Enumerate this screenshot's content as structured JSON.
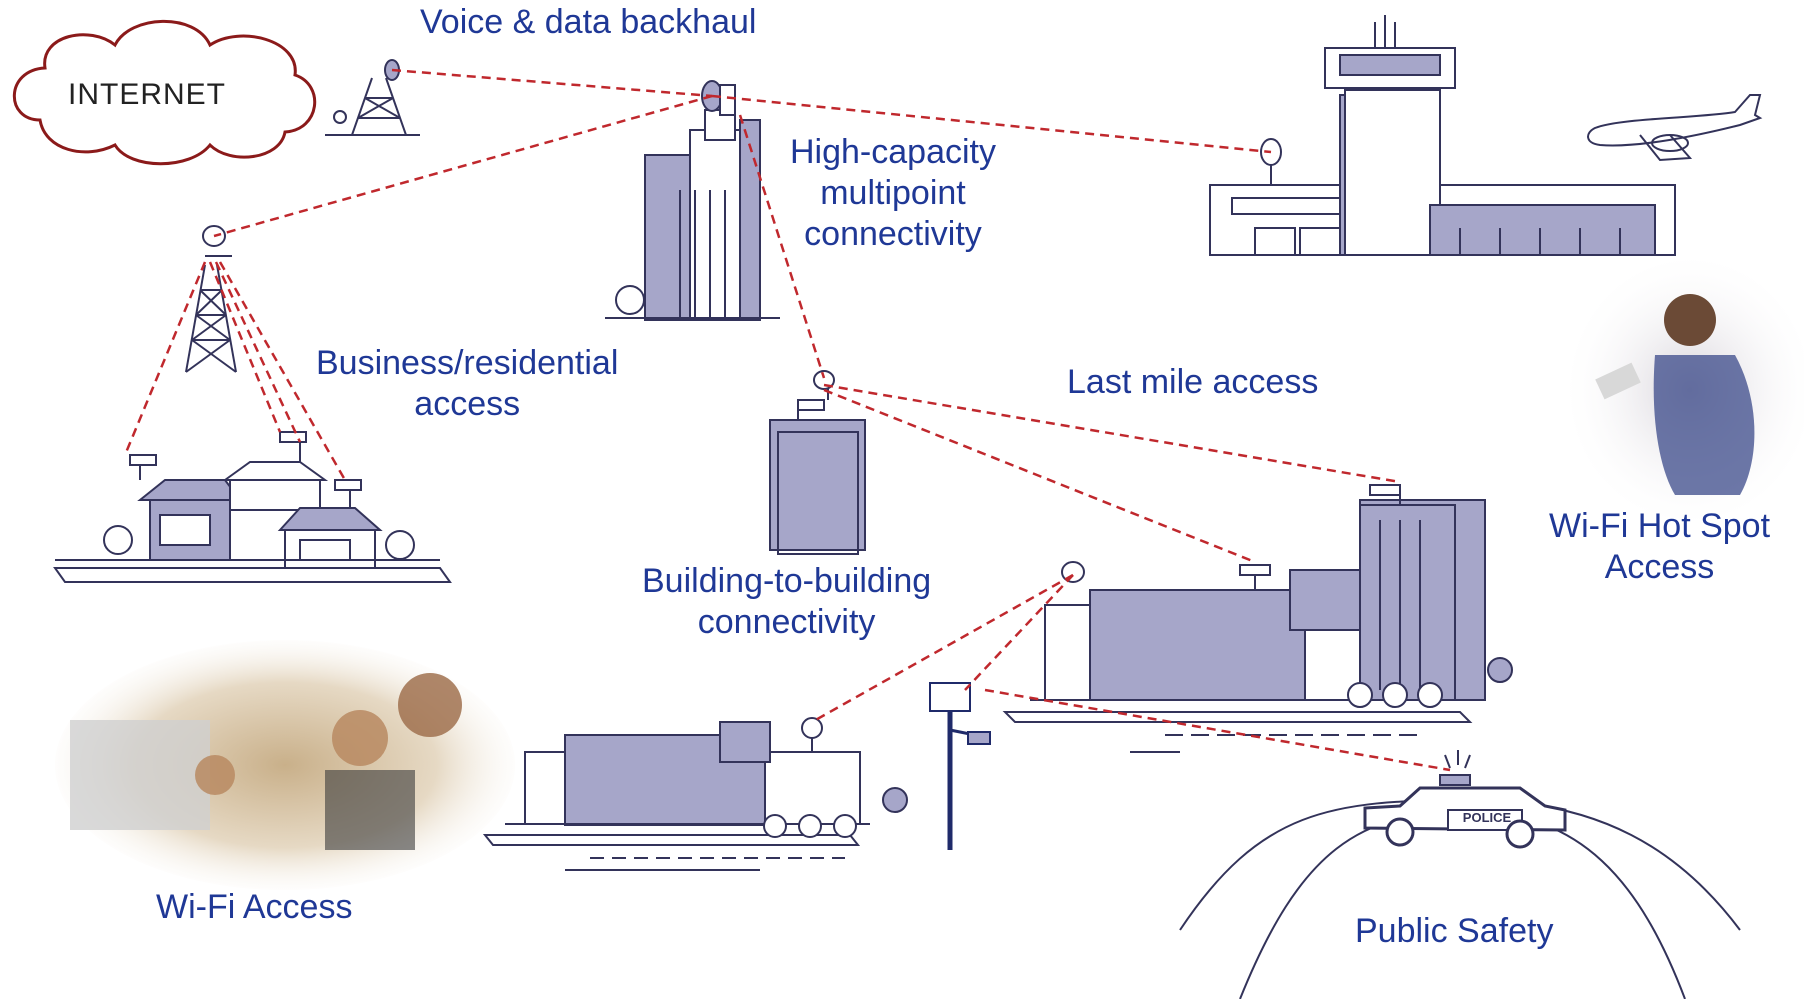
{
  "colors": {
    "label": "#1f3896",
    "link": "#c0282d",
    "building_fill": "#a6a6c9",
    "building_line": "#33335a",
    "cloud": "#8b1a1a"
  },
  "internet": {
    "label": "INTERNET",
    "icon": "cloud-icon"
  },
  "labels": {
    "backhaul": "Voice & data backhaul",
    "multipoint": [
      "High-capacity",
      "multipoint",
      "connectivity"
    ],
    "business": [
      "Business/residential",
      "access"
    ],
    "last_mile": "Last mile access",
    "b2b": [
      "Building-to-building",
      "connectivity"
    ],
    "hotspot": [
      "Wi-Fi Hot Spot",
      "Access"
    ],
    "wifi": "Wi-Fi Access",
    "safety": "Public Safety",
    "police": "POLICE"
  }
}
